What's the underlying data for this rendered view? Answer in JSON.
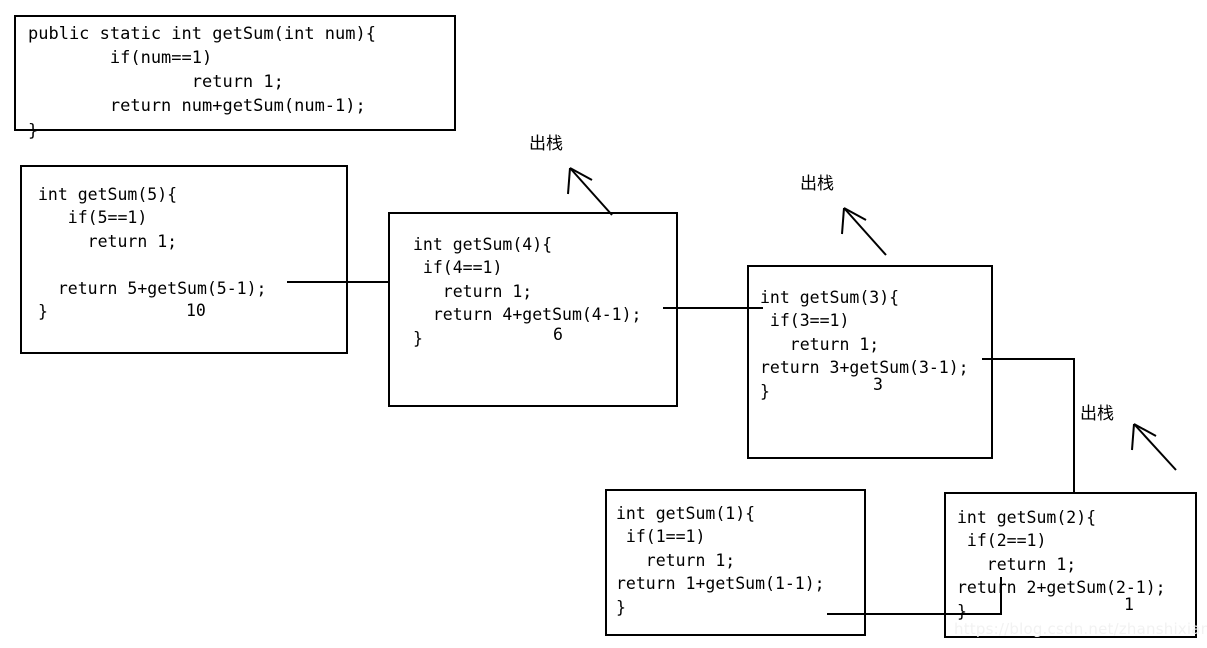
{
  "diagram": {
    "title_code_block": {
      "name": "getSum-definition",
      "lines": [
        "public static int getSum(int num){",
        "        if(num==1)",
        "                return 1;",
        "        return num+getSum(num-1);",
        "}"
      ]
    },
    "frames": [
      {
        "id": "frame-5",
        "lines": [
          "int getSum(5){",
          "   if(5==1)",
          "     return 1;",
          "",
          "  return 5+getSum(5-1);",
          "}"
        ],
        "result": "10"
      },
      {
        "id": "frame-4",
        "lines": [
          "int getSum(4){",
          " if(4==1)",
          "   return 1;",
          "  return 4+getSum(4-1);",
          "}"
        ],
        "result": "6"
      },
      {
        "id": "frame-3",
        "lines": [
          "int getSum(3){",
          " if(3==1)",
          "   return 1;",
          "return 3+getSum(3-1);",
          "}"
        ],
        "result": "3"
      },
      {
        "id": "frame-2",
        "lines": [
          "int getSum(2){",
          " if(2==1)",
          "   return 1;",
          "return 2+getSum(2-1);",
          "}"
        ],
        "result": "1"
      },
      {
        "id": "frame-1",
        "lines": [
          "int getSum(1){",
          " if(1==1)",
          "   return 1;",
          "return 1+getSum(1-1);",
          "}"
        ],
        "result": ""
      }
    ],
    "annotations": [
      {
        "id": "pop-1",
        "text": "出栈"
      },
      {
        "id": "pop-2",
        "text": "出栈"
      },
      {
        "id": "pop-3",
        "text": "出栈"
      }
    ],
    "watermark": "https://blog.csdn.net/zhanshixiang",
    "colors": {
      "stroke": "#000000",
      "background": "#ffffff",
      "watermark": "#f2f2f2"
    }
  }
}
